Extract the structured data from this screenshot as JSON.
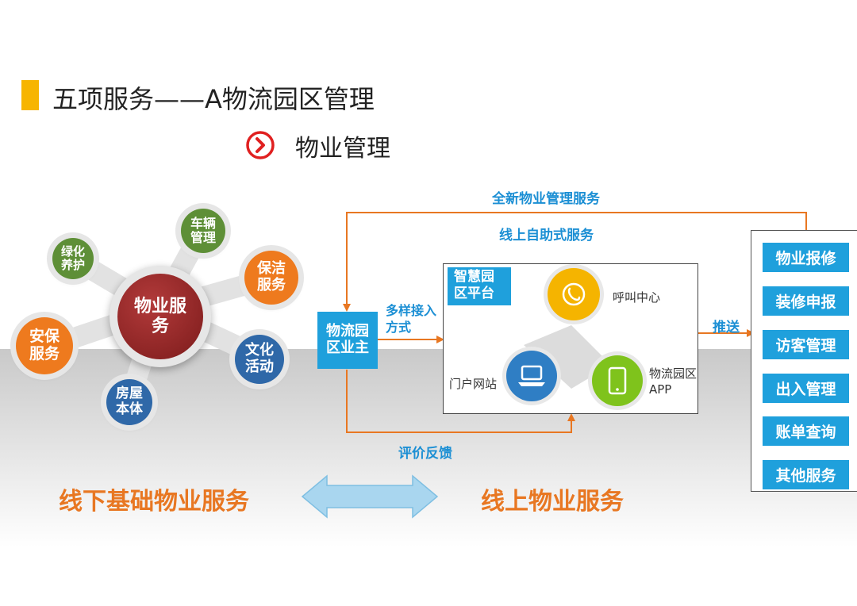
{
  "title": "五项服务——A物流园区管理",
  "subtitle": "物业管理",
  "hub": {
    "center": "物业服务",
    "items": [
      {
        "id": "greening",
        "label": "绿化养护"
      },
      {
        "id": "vehicle",
        "label": "车辆管理"
      },
      {
        "id": "cleaning",
        "label": "保洁服务"
      },
      {
        "id": "culture",
        "label": "文化活动"
      },
      {
        "id": "housing",
        "label": "房屋本体"
      },
      {
        "id": "security",
        "label": "安保服务"
      }
    ]
  },
  "flow": {
    "top_arrow_label": "全新物业管理服务",
    "self_service_label": "线上自助式服务",
    "owner_label": "物流园区业主",
    "access_label": "多样接入方式",
    "platform_label": "智慧园区平台",
    "channels": {
      "call": "呼叫中心",
      "portal": "门户网站",
      "app": "物流园区APP"
    },
    "push_label": "推送",
    "feedback_label": "评价反馈"
  },
  "services": [
    "物业报修",
    "装修申报",
    "访客管理",
    "出入管理",
    "账单查询",
    "其他服务"
  ],
  "bottom": {
    "offline": "线下基础物业服务",
    "online": "线上物业服务"
  },
  "colors": {
    "accent_yellow": "#f7b500",
    "orange": "#e87722",
    "blue": "#1fa0dc",
    "dark_red": "#8b1e1e",
    "green": "#5a8f3a"
  }
}
